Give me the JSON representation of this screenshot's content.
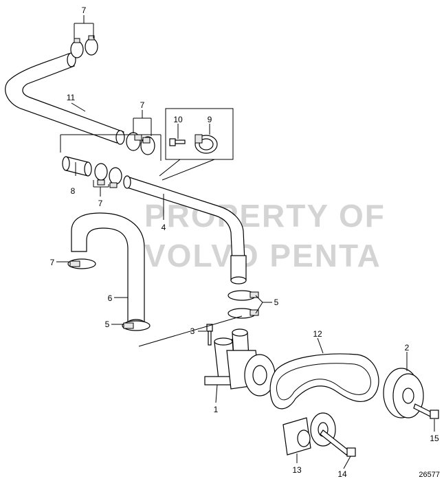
{
  "watermark": {
    "line1": "PROPERTY OF",
    "line2": "VOLVO PENTA"
  },
  "figure_number": "26577",
  "callouts": {
    "c7_top": "7",
    "c11": "11",
    "c7_mid": "7",
    "c10": "10",
    "c9": "9",
    "c8": "8",
    "c7_low": "7",
    "c4": "4",
    "c7_left": "7",
    "c6": "6",
    "c5_left": "5",
    "c5_right": "5",
    "c3": "3",
    "c12": "12",
    "c2": "2",
    "c1": "1",
    "c15": "15",
    "c13": "13",
    "c14": "14"
  }
}
